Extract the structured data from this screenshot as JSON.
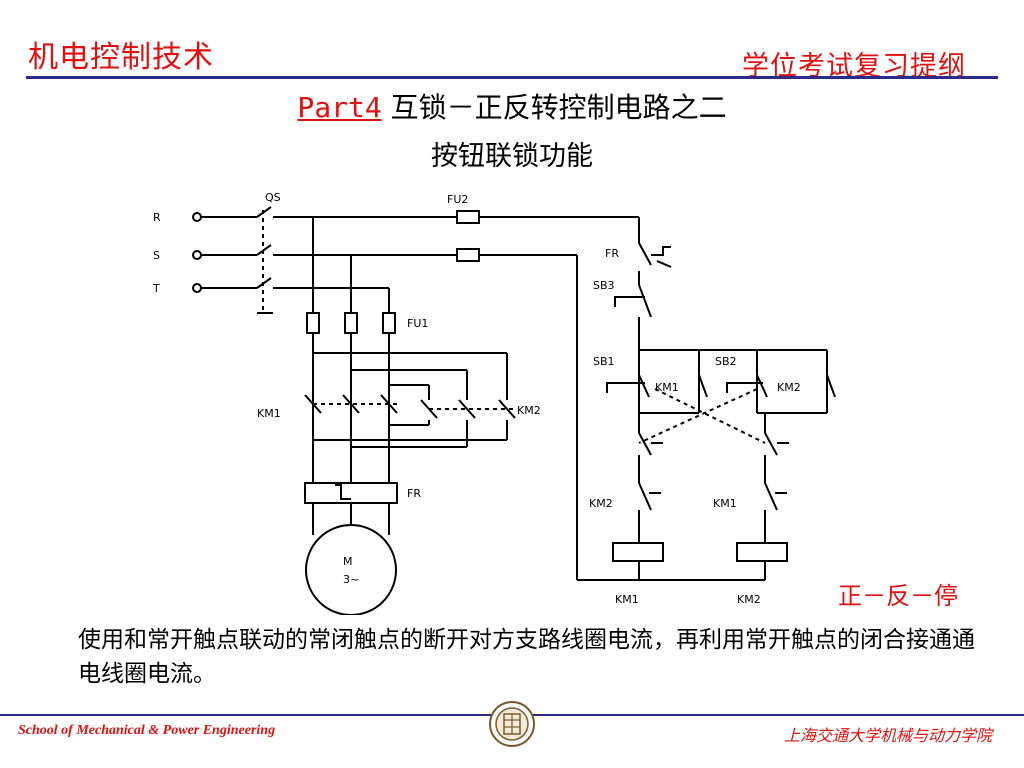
{
  "header": {
    "left_title": "机电控制技术",
    "right_title": "学位考试复习提纲"
  },
  "title": {
    "part_label": "Part4",
    "main": " 互锁－正反转控制电路之二",
    "subtitle": "按钮联锁功能"
  },
  "diagram": {
    "phase_labels": [
      "R",
      "S",
      "T"
    ],
    "component_labels": {
      "qs": "QS",
      "fu2": "FU2",
      "fu1": "FU1",
      "fr_main": "FR",
      "fr_ctrl": "FR",
      "sb3": "SB3",
      "sb1": "SB1",
      "sb2": "SB2",
      "km1_main": "KM1",
      "km2_main": "KM2",
      "km1_hold": "KM1",
      "km2_hold": "KM2",
      "km2_interlock": "KM2",
      "km1_interlock": "KM1",
      "km1_coil": "KM1",
      "km2_coil": "KM2",
      "motor": "M",
      "motor_phase": "3~"
    }
  },
  "state_label": "正－反－停",
  "description": "使用和常开触点联动的常闭触点的断开对方支路线圈电流，再利用常开触点的闭合接通通电线圈电流。",
  "footer": {
    "left": "School of Mechanical & Power Engineering",
    "right": "上海交通大学机械与动力学院"
  },
  "colors": {
    "accent": "#e01010",
    "rule": "#2a2a8a"
  }
}
